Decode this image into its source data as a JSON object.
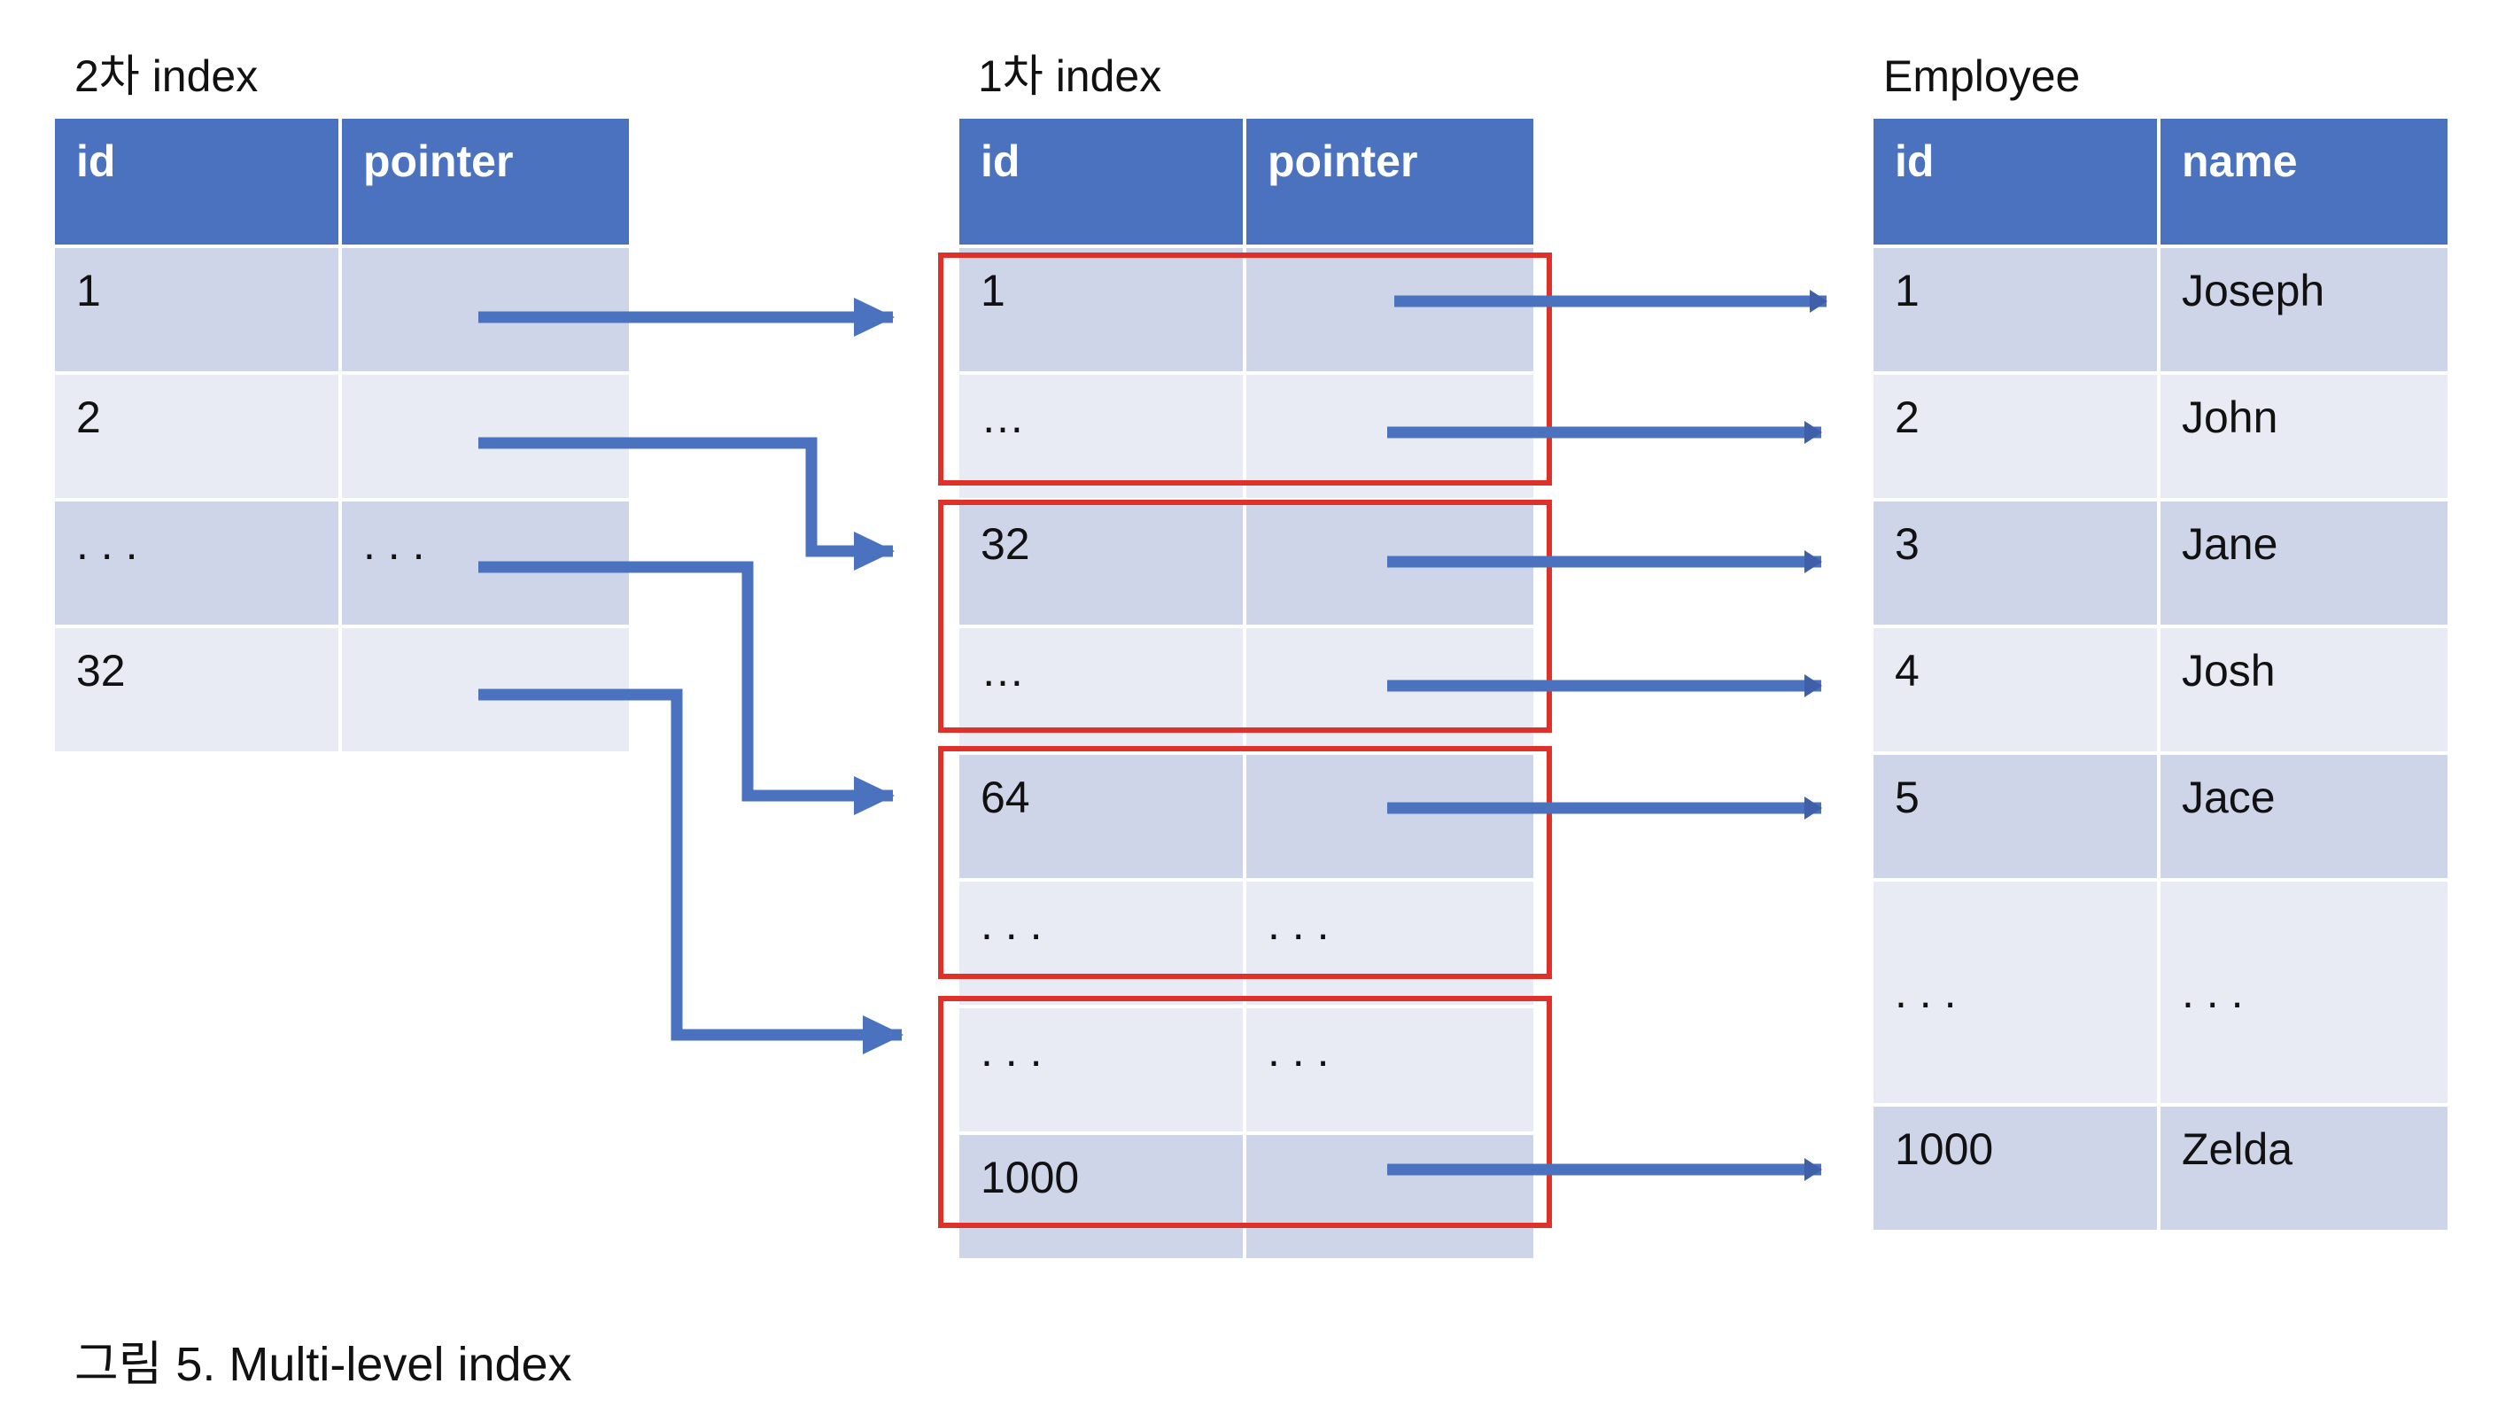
{
  "secondary_index": {
    "title": "2차 index",
    "headers": [
      "id",
      "pointer"
    ],
    "rows": [
      [
        "1",
        ""
      ],
      [
        "2",
        ""
      ],
      [
        ". . .",
        ". . ."
      ],
      [
        "32",
        ""
      ]
    ]
  },
  "primary_index": {
    "title": "1차 index",
    "headers": [
      "id",
      "pointer"
    ],
    "rows": [
      [
        "1",
        ""
      ],
      [
        "…",
        ""
      ],
      [
        "32",
        ""
      ],
      [
        "…",
        ""
      ],
      [
        "64",
        ""
      ],
      [
        ". . .",
        ". . ."
      ],
      [
        ". . .",
        ". . ."
      ],
      [
        "1000",
        ""
      ]
    ]
  },
  "employee": {
    "title": "Employee",
    "headers": [
      "id",
      "name"
    ],
    "rows": [
      [
        "1",
        "Joseph"
      ],
      [
        "2",
        "John"
      ],
      [
        "3",
        "Jane"
      ],
      [
        "4",
        "Josh"
      ],
      [
        "5",
        "Jace"
      ],
      [
        ". . .",
        ". . ."
      ],
      [
        "1000",
        "Zelda"
      ]
    ]
  },
  "caption": "그림 5. Multi-level index",
  "colors": {
    "header": "#4a72bf",
    "row_dark": "#cfd5e8",
    "row_light": "#e8ebf4",
    "arrow": "#4a72bf",
    "block_outline": "#e0302a"
  }
}
